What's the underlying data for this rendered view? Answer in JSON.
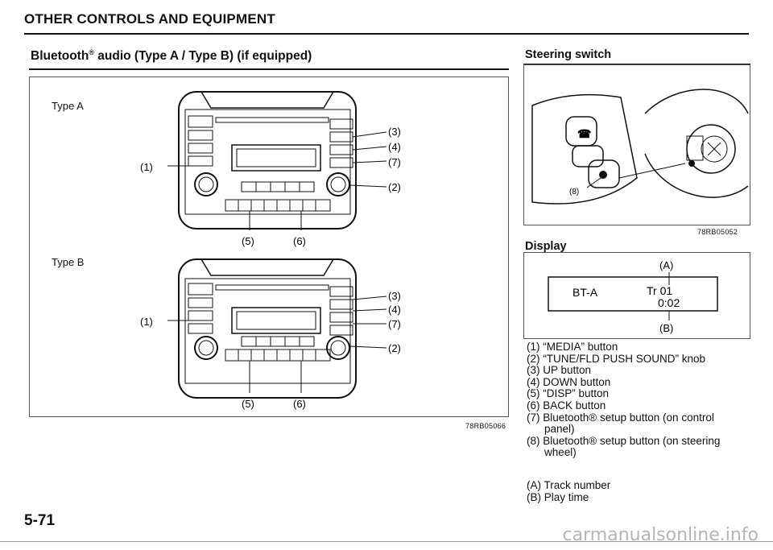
{
  "header": {
    "title": "OTHER CONTROLS AND EQUIPMENT"
  },
  "section": {
    "title_main": "Bluetooth",
    "title_sup": "®",
    "title_rest": " audio (Type A / Type B) (if equipped)"
  },
  "types": {
    "type_a": "Type A",
    "type_b": "Type B"
  },
  "callouts": {
    "c1": "(1)",
    "c2": "(2)",
    "c3": "(3)",
    "c4": "(4)",
    "c5": "(5)",
    "c6": "(6)",
    "c7": "(7)",
    "c8": "(8)"
  },
  "codes": {
    "left": "78RB05066",
    "steer": "78RB05052"
  },
  "steering": {
    "title": "Steering switch"
  },
  "display": {
    "title": "Display",
    "label_a": "(A)",
    "label_b": "(B)",
    "source": "BT-A",
    "track": "Tr 01",
    "time": "0:02"
  },
  "legend": {
    "l1": "(1) “MEDIA” button",
    "l2": "(2) “TUNE/FLD PUSH SOUND” knob",
    "l3": "(3) UP button",
    "l4": "(4) DOWN button",
    "l5": "(5) “DISP” button",
    "l6": "(6) BACK button",
    "l7a": "(7) Bluetooth® setup button (on control",
    "l7b": "panel)",
    "l8a": "(8) Bluetooth® setup button (on steering",
    "l8b": "wheel)",
    "la": "(A) Track number",
    "lb": "(B) Play time"
  },
  "footer": {
    "page": "5-71",
    "watermark": "carmanualsonline.info"
  }
}
